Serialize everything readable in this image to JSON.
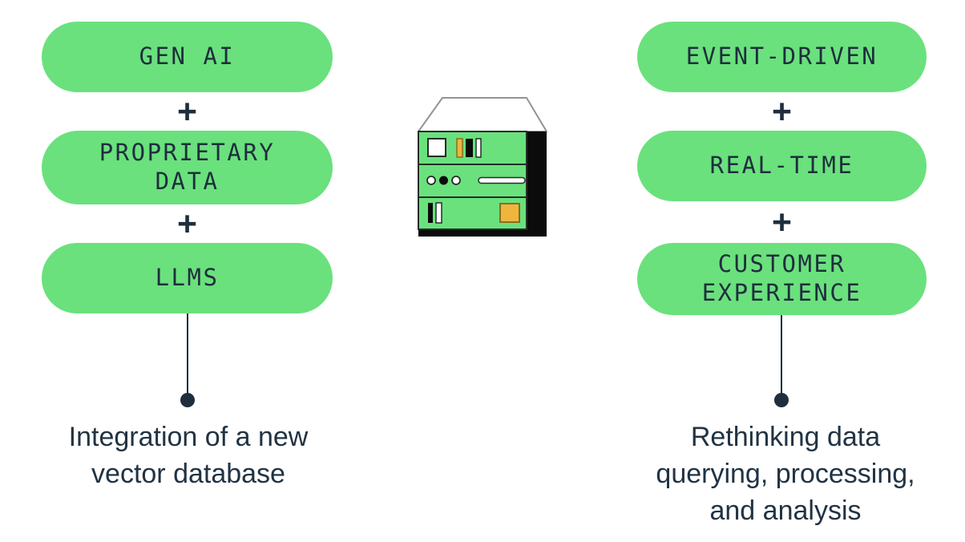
{
  "colors": {
    "pill_green": "#6AE17D",
    "text_dark_navy": "#1F2E3D",
    "caption_navy": "#213343",
    "accent_orange": "#EFB63E",
    "illustration_black": "#0B0B0B",
    "lid_stroke_gray": "#8F9499",
    "background": "#FFFFFF"
  },
  "left_group": {
    "pills": [
      {
        "label": "GEN AI"
      },
      {
        "label": "PROPRIETARY\nDATA"
      },
      {
        "label": "LLMS"
      }
    ],
    "plus": "+",
    "caption": "Integration of a new\nvector database"
  },
  "right_group": {
    "pills": [
      {
        "label": "EVENT-DRIVEN"
      },
      {
        "label": "REAL-TIME"
      },
      {
        "label": "CUSTOMER\nEXPERIENCE"
      }
    ],
    "plus": "+",
    "caption": "Rethinking data\nquerying, processing,\nand analysis"
  },
  "illustration": {
    "name": "database-server-illustration"
  }
}
